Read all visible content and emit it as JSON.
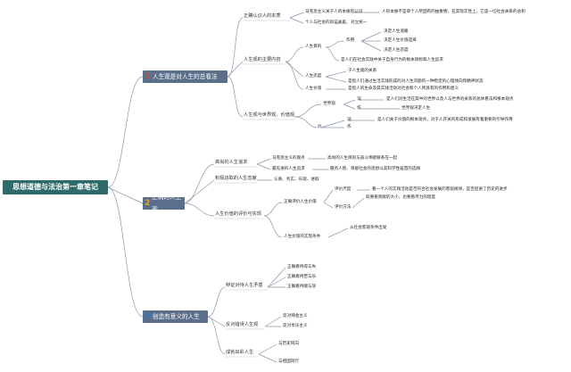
{
  "root": "思想道德与法治第一章笔记",
  "branches": [
    {
      "num": "1",
      "num_color": "#e0453a",
      "label": "人生观是对人生的总看法"
    },
    {
      "num": "2",
      "num_color": "#e8a81e",
      "label": "正确的人生观"
    },
    {
      "num": "3",
      "num_color": "#2f78c8",
      "label": "创造有意义的人生"
    }
  ],
  "nodes": {
    "b1": {
      "c1": "正确认识人的本质",
      "c1a": "马克思主义关于人的本质的认识",
      "c1a1": "人的本质不是单个人所固有的抽象物，在其现实性上，它是一切社会关系的总和",
      "c1b": "个人与社会的辩证关系",
      "c1b1": "对立统一",
      "c2": "人生观的主要内容",
      "c2a": "人生目的",
      "c2a_zuo": "作用",
      "c2a1": "决定人生道路",
      "c2a2": "决定人生价值选择",
      "c2a3": "决定人生态度",
      "c2a4": "是人们在社会实践中关于自身行为的根本目标和人生追求",
      "c2b": "人生态度",
      "c2b1": "于人生观的关系",
      "c2b2": "是指人们通过生活实践形成的对人生问题的一种稳定的心理倾向和精神状态",
      "c2c": "人生价值",
      "c2c1": "是指人的生命及其实践活动对社会和个人所具有的作用和意义",
      "c3": "人生观与世界观、价值观",
      "c3a": "世界观",
      "c3a_ci": "词",
      "c3a1": "是人们对生活在其中的世界以及人与世界的关系的总体看法和根本观点",
      "c3a_zuo": "作",
      "c3a2": "世界观决定人生",
      "c3b": "价",
      "c3b_ci": "词",
      "c3b1": "是人们关于价值的根本观点，对于人开关的形成和发展有着重要的引导作用",
      "c3b_zuo": "作"
    },
    "b2": {
      "c1": "高尚的人生追求",
      "c1a": "马克思主义的观点",
      "c1a1": "高尚的人生目的与奋斗奉献联系在一起",
      "c1b": "最先进的人生追求",
      "c1b1": "服务人民、贡献社会的思想以其科学性居首的选择",
      "c2": "积极进取的人生态度",
      "c2a": "认真、务实、乐观、进取",
      "c3": "人生价值的评价与实现",
      "c3a": "正确评价人生价值",
      "c3a_std": "评价尺度",
      "c3a1": "看一个人的实践活动是否符合社会发展的客观规律，是否促进了历史的进步",
      "c3a_way": "评价方法",
      "c3a2": "既要看贡献的大小，也要看尽力的程度",
      "c3b": "人生价值的实现条件",
      "c3b1": "从社会客观条件出发"
    },
    "b3": {
      "c1": "辩证对待人生矛盾",
      "c1a": "正确看待得与失",
      "c1b": "正确看待苦与乐",
      "c1c": "正确看待顺与逆",
      "c2": "反对错误人生观",
      "c2a": "反对拜金主义",
      "c2b": "反对享乐主义",
      "c3": "成就出彩人生",
      "c3a": "与历史同向",
      "c3b": "与祖国同行"
    }
  },
  "colors": {
    "line": "#8a96a8",
    "branch_bg": "#5b6e8a",
    "root_bg": "#2f6a6a"
  }
}
